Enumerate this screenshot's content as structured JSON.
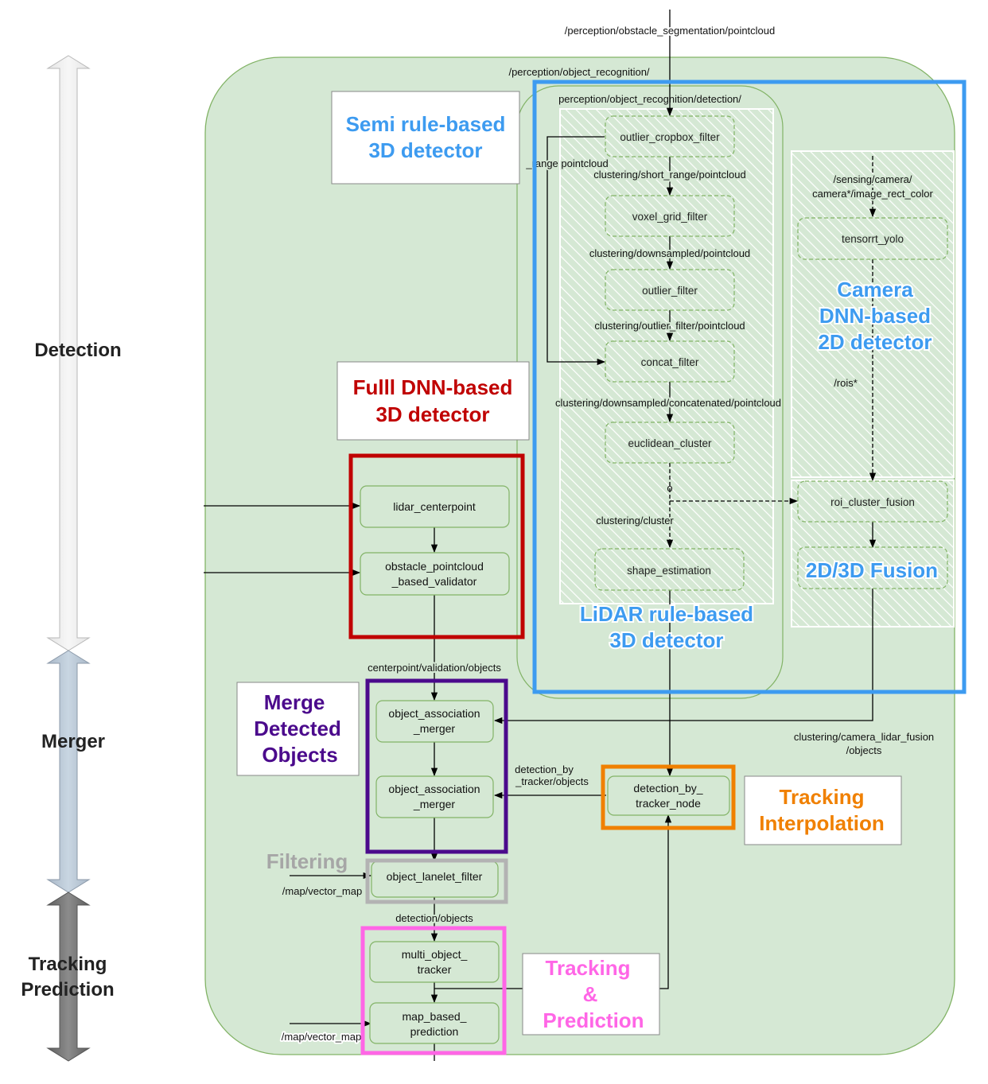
{
  "phases": {
    "detection": "Detection",
    "merger": "Merger",
    "tracking_line1": "Tracking",
    "tracking_line2": "Prediction"
  },
  "callouts": {
    "semi_rule": [
      "Semi rule-based",
      "3D detector"
    ],
    "full_dnn": [
      "Fulll DNN-based",
      "3D detector"
    ],
    "camera_dnn": [
      "Camera",
      "DNN-based",
      "2D detector"
    ],
    "fusion": "2D/3D Fusion",
    "lidar_rule": [
      "LiDAR rule-based",
      "3D detector"
    ],
    "merge": [
      "Merge",
      "Detected",
      "Objects"
    ],
    "filtering": "Filtering",
    "tracking_interp": [
      "Tracking",
      "Interpolation"
    ],
    "tracking_pred": [
      "Tracking",
      "&",
      "Prediction"
    ]
  },
  "colors": {
    "semi_rule": "#3d9bf0",
    "full_dnn": "#c00000",
    "camera_dnn": "#3d9bf0",
    "merge": "#4b0a8c",
    "filtering": "#a6a6a6",
    "tracking_interp": "#f08000",
    "tracking_pred": "#ff66e6",
    "blue_frame": "#3d9bf0",
    "red_frame": "#c00000",
    "purple_frame": "#4b0a8c",
    "gray_frame": "#b3b3b3",
    "orange_frame": "#f08000",
    "pink_frame": "#ff66e6"
  },
  "topics": {
    "obstacle_segmentation": "/perception/obstacle_segmentation/pointcloud",
    "object_recognition": "/perception/object_recognition/",
    "detection_ns": "perception/object_recognition/detection/",
    "range_pointcloud": "_range pointcloud",
    "short_range": "clustering/short_range/pointcloud",
    "downsampled": "clustering/downsampled/pointcloud",
    "outlier_filter_pc": "clustering/outlier_filter/pointcloud",
    "concatenated": "clustering/downsampled/concatenated/pointcloud",
    "cluster_dot": "o",
    "cluster": "clustering/cluster",
    "camera_line1": "/sensing/camera/",
    "camera_line2": "camera*/image_rect_color",
    "rois": "/rois*",
    "centerpoint_validation": "centerpoint/validation/objects",
    "camera_lidar_fusion_line1": "clustering/camera_lidar_fusion",
    "camera_lidar_fusion_line2": "/objects",
    "detection_by_tracker_line1": "detection_by",
    "detection_by_tracker_line2": "_tracker/objects",
    "vector_map_1": "/map/vector_map",
    "detection_objects": "detection/objects",
    "vector_map_2": "/map/vector_map"
  },
  "nodes": {
    "outlier_cropbox_filter": "outlier_cropbox_filter",
    "voxel_grid_filter": "voxel_grid_filter",
    "outlier_filter": "outlier_filter",
    "concat_filter": "concat_filter",
    "euclidean_cluster": "euclidean_cluster",
    "shape_estimation": "shape_estimation",
    "tensorrt_yolo": "tensorrt_yolo",
    "roi_cluster_fusion": "roi_cluster_fusion",
    "lidar_centerpoint": "lidar_centerpoint",
    "obstacle_validator": [
      "obstacle_pointcloud",
      "_based_validator"
    ],
    "object_association_merger_1": [
      "object_association",
      "_merger"
    ],
    "object_association_merger_2": [
      "object_association",
      "_merger"
    ],
    "detection_by_tracker_node": [
      "detection_by_",
      "tracker_node"
    ],
    "object_lanelet_filter": "object_lanelet_filter",
    "multi_object_tracker": [
      "multi_object_",
      "tracker"
    ],
    "map_based_prediction": [
      "map_based_",
      "prediction"
    ]
  }
}
